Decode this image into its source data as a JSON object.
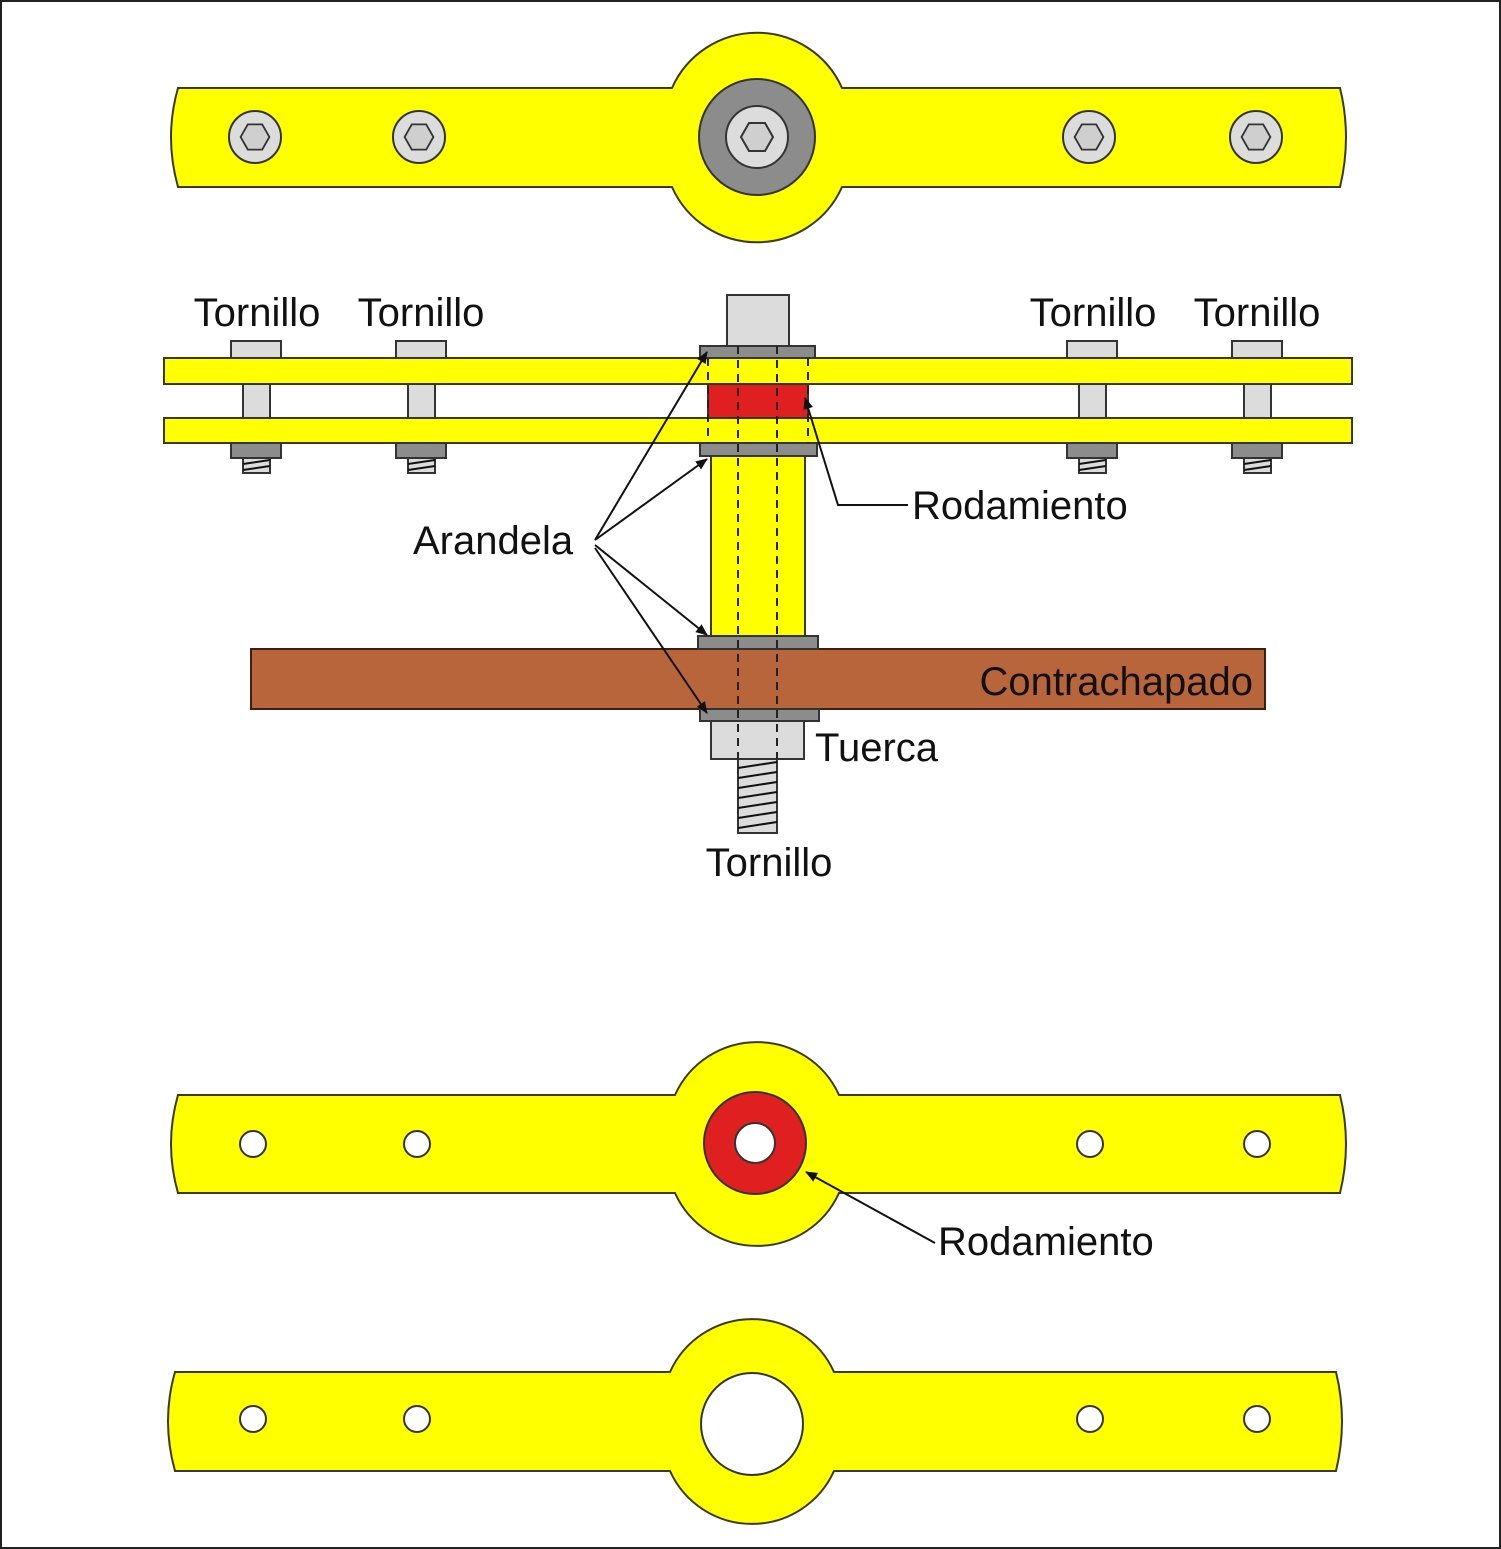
{
  "labels": {
    "bolt_1": "Tornillo",
    "bolt_2": "Tornillo",
    "bolt_3": "Tornillo",
    "bolt_4": "Tornillo",
    "washer": "Arandela",
    "bearing_side": "Rodamiento",
    "plywood": "Contrachapado",
    "nut": "Tuerca",
    "bolt_center": "Tornillo",
    "bearing_plan": "Rodamiento"
  },
  "colors": {
    "arm": "#ffff00",
    "bearing": "#e02020",
    "plywood": "#b9653c",
    "washer": "#8c8c8c",
    "bolt": "#dcdcdc"
  }
}
